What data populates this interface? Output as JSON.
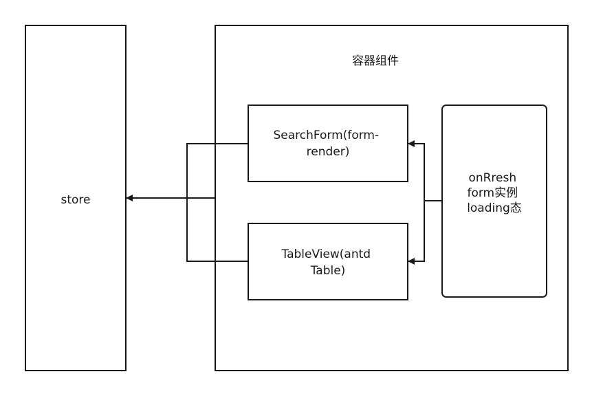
{
  "diagram": {
    "store": {
      "label": "store"
    },
    "container": {
      "label": "容器组件"
    },
    "search_form": {
      "line1": "SearchForm(form-",
      "line2": "render)"
    },
    "table_view": {
      "line1": "TableView(antd",
      "line2": "Table)"
    },
    "state_box": {
      "line1": "onRresh",
      "line2": "form实例",
      "line3": "loading态"
    }
  }
}
